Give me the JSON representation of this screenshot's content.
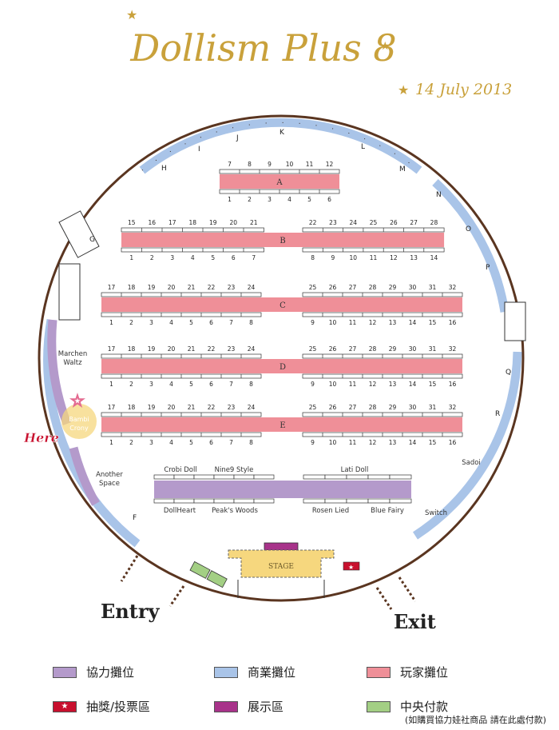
{
  "title": "Dollism Plus 8",
  "date": "14 July 2013",
  "here_label": "Here",
  "colors": {
    "cooperative": "#b49acb",
    "commercial": "#a9c4e8",
    "player": "#ef8f98",
    "display": "#a8338a",
    "payment": "#a3cf84",
    "lottery": "#c8102e",
    "title_gold": "#c9a13b",
    "wall": "#5a3520",
    "stage": "#f6d77e"
  },
  "outer_labels": [
    "H",
    "I",
    "J",
    "K",
    "L",
    "M",
    "N",
    "O",
    "P",
    "G",
    "Q",
    "R",
    "F"
  ],
  "rows": {
    "A": {
      "top": [
        "7",
        "8",
        "9",
        "10",
        "11",
        "12"
      ],
      "bottom": [
        "1",
        "2",
        "3",
        "4",
        "5",
        "6"
      ]
    },
    "B": {
      "left_top": [
        "15",
        "16",
        "17",
        "18",
        "19",
        "20",
        "21"
      ],
      "left_bottom": [
        "1",
        "2",
        "3",
        "4",
        "5",
        "6",
        "7"
      ],
      "right_top": [
        "22",
        "23",
        "24",
        "25",
        "26",
        "27",
        "28"
      ],
      "right_bottom": [
        "8",
        "9",
        "10",
        "11",
        "12",
        "13",
        "14"
      ]
    },
    "C": {
      "left_top": [
        "17",
        "18",
        "19",
        "20",
        "21",
        "22",
        "23",
        "24"
      ],
      "left_bottom": [
        "1",
        "2",
        "3",
        "4",
        "5",
        "6",
        "7",
        "8"
      ],
      "right_top": [
        "25",
        "26",
        "27",
        "28",
        "29",
        "30",
        "31",
        "32"
      ],
      "right_bottom": [
        "9",
        "10",
        "11",
        "12",
        "13",
        "14",
        "15",
        "16"
      ]
    },
    "D": {
      "left_top": [
        "17",
        "18",
        "19",
        "20",
        "21",
        "22",
        "23",
        "24"
      ],
      "left_bottom": [
        "1",
        "2",
        "3",
        "4",
        "5",
        "6",
        "7",
        "8"
      ],
      "right_top": [
        "25",
        "26",
        "27",
        "28",
        "29",
        "30",
        "31",
        "32"
      ],
      "right_bottom": [
        "9",
        "10",
        "11",
        "12",
        "13",
        "14",
        "15",
        "16"
      ]
    },
    "E": {
      "left_top": [
        "17",
        "18",
        "19",
        "20",
        "21",
        "22",
        "23",
        "24"
      ],
      "left_bottom": [
        "1",
        "2",
        "3",
        "4",
        "5",
        "6",
        "7",
        "8"
      ],
      "right_top": [
        "25",
        "26",
        "27",
        "28",
        "29",
        "30",
        "31",
        "32"
      ],
      "right_bottom": [
        "9",
        "10",
        "11",
        "12",
        "13",
        "14",
        "15",
        "16"
      ]
    }
  },
  "booth_names": {
    "marchen": [
      "Marchen",
      "Waltz"
    ],
    "bambi": [
      "Bambi",
      "Crony"
    ],
    "another": [
      "Another",
      "Space"
    ],
    "sadoi": "Sadoi",
    "switch": "Switch",
    "crobi": "Crobi Doll",
    "nine9": "Nine9 Style",
    "lati": "Lati Doll",
    "dollheart": "DollHeart",
    "peaks": "Peak's Woods",
    "rosen": "Rosen Lied",
    "bluefairy": "Blue Fairy"
  },
  "stage_label": "STAGE",
  "entry_label": "Entry",
  "exit_label": "Exit",
  "legend": {
    "cooperative": "協力攤位",
    "commercial": "商業攤位",
    "player": "玩家攤位",
    "lottery": "抽獎/投票區",
    "display": "展示區",
    "payment": "中央付款",
    "payment_note": "(如購買協力娃社商品 請在此處付款)"
  }
}
